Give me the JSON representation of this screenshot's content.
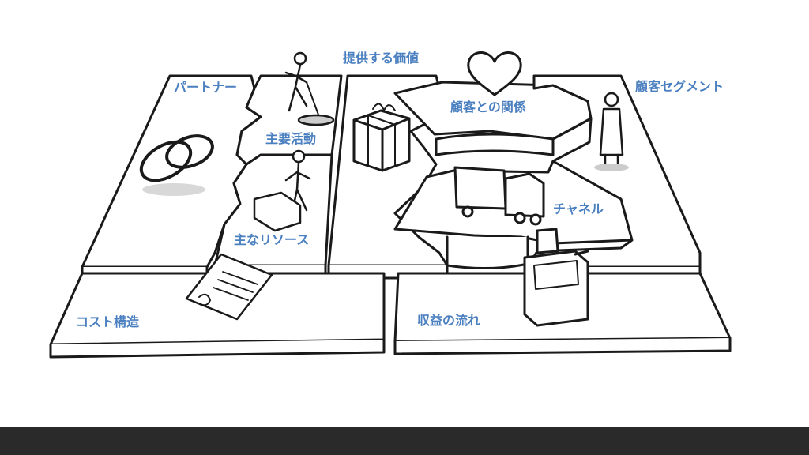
{
  "canvas": {
    "blocks": {
      "key_partners": "パートナー",
      "key_activities": "主要活動",
      "key_resources": "主なリソース",
      "value_propositions": "提供する価値",
      "customer_relationships": "顧客との関係",
      "channels": "チャネル",
      "customer_segments": "顧客セグメント",
      "cost_structure": "コスト構造",
      "revenue_streams": "収益の流れ"
    }
  }
}
